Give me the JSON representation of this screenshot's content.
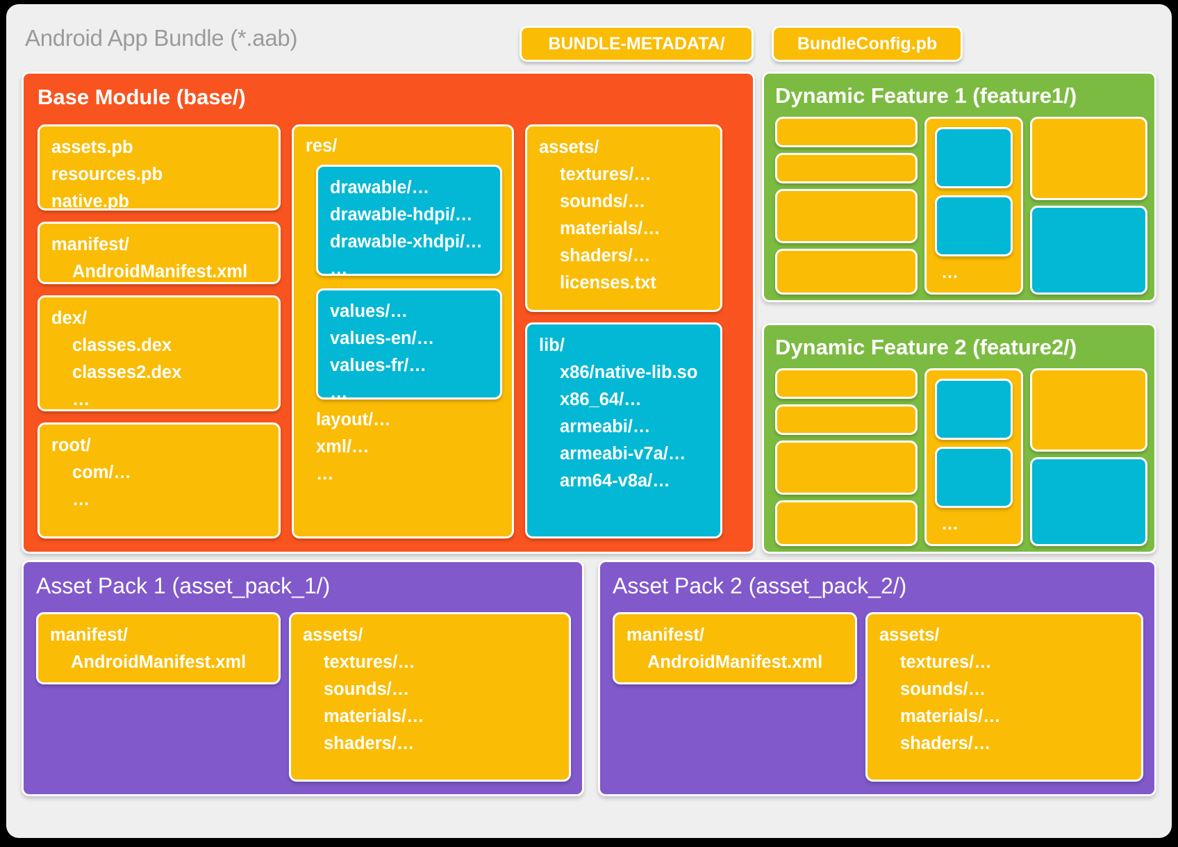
{
  "header": {
    "title": "Android App Bundle (*.aab)",
    "pills": [
      {
        "label": "BUNDLE-METADATA/"
      },
      {
        "label": "BundleConfig.pb"
      }
    ]
  },
  "colors": {
    "base_module": "#F9541F",
    "dynamic_feature": "#7CBB42",
    "asset_pack": "#8159CB",
    "yellow_box": "#FBBC05",
    "cyan_box": "#03B8D4",
    "card_background": "#EFEFEF",
    "page_background": "#000000",
    "title_text": "#9B9B9B"
  },
  "base_module": {
    "title": "Base Module (base/)",
    "proto_box": "assets.pb\nresources.pb\nnative.pb",
    "manifest_box_head": "manifest/",
    "manifest_box_child": "AndroidManifest.xml",
    "dex_box_head": "dex/",
    "dex_box_children": "classes.dex\nclasses2.dex\n…",
    "root_box_head": "root/",
    "root_box_children": "com/…\n…",
    "res_box_head": "res/",
    "res_drawable": "drawable/…\ndrawable-hdpi/…\ndrawable-xhdpi/…\n…",
    "res_values": "values/…\nvalues-en/…\nvalues-fr/…\n…",
    "res_tail": "layout/…\nxml/…\n…",
    "assets_box_head": "assets/",
    "assets_box_children": "textures/…\nsounds/…\nmaterials/…\nshaders/…\nlicenses.txt",
    "lib_box_head": "lib/",
    "lib_box_children": "x86/native-lib.so\nx86_64/…\narmeabi/…\narmeabi-v7a/…\narm64-v8a/…"
  },
  "dynamic_features": [
    {
      "title": "Dynamic Feature 1 (feature1/)",
      "ellipsis": "…"
    },
    {
      "title": "Dynamic Feature 2 (feature2/)",
      "ellipsis": "…"
    }
  ],
  "asset_packs": [
    {
      "title": "Asset Pack 1 (asset_pack_1/)",
      "manifest_head": "manifest/",
      "manifest_child": "AndroidManifest.xml",
      "assets_head": "assets/",
      "assets_children": "textures/…\nsounds/…\nmaterials/…\nshaders/…"
    },
    {
      "title": "Asset Pack 2 (asset_pack_2/)",
      "manifest_head": "manifest/",
      "manifest_child": "AndroidManifest.xml",
      "assets_head": "assets/",
      "assets_children": "textures/…\nsounds/…\nmaterials/…\nshaders/…"
    }
  ]
}
